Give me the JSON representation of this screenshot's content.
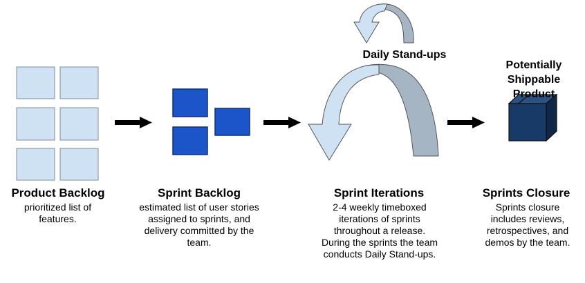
{
  "loop_label": "Daily Stand-ups",
  "product_label": "Potentially Shippable Product",
  "stages": [
    {
      "title": "Product Backlog",
      "description": "prioritized list of features."
    },
    {
      "title": "Sprint Backlog",
      "description": "estimated list of user stories assigned to sprints, and delivery committed by the team."
    },
    {
      "title": "Sprint Iterations",
      "description": "2-4 weekly timeboxed iterations of sprints throughout a release. During the sprints the team conducts Daily Stand-ups."
    },
    {
      "title": "Sprints Closure",
      "description": "Sprints closure includes reviews, retrospectives, and demos by the team."
    }
  ],
  "colors": {
    "backlog_fill": "#cfe2f3",
    "sprint_fill": "#1c55c9",
    "cube_front": "#173a66",
    "arrow_light": "#cfe2f3",
    "arrow_dark": "#a6b5c4"
  }
}
